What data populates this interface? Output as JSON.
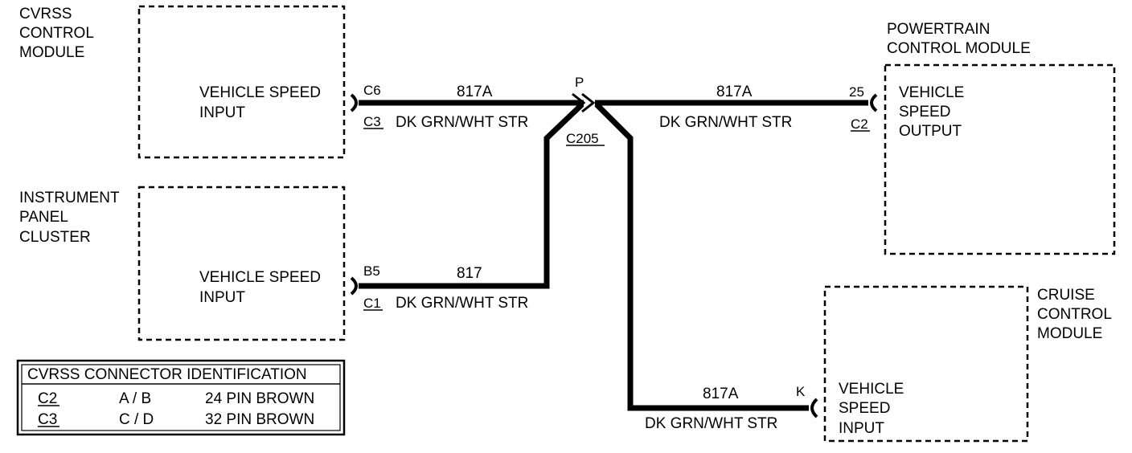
{
  "modules": {
    "cvrss": {
      "name_lines": [
        "CVRSS",
        "CONTROL",
        "MODULE"
      ],
      "circuit_lines": [
        "VEHICLE SPEED",
        "INPUT"
      ]
    },
    "ipc": {
      "name_lines": [
        "INSTRUMENT",
        "PANEL",
        "CLUSTER"
      ],
      "circuit_lines": [
        "VEHICLE SPEED",
        "INPUT"
      ]
    },
    "pcm": {
      "name_lines": [
        "POWERTRAIN",
        "CONTROL MODULE"
      ],
      "circuit_lines": [
        "VEHICLE",
        "SPEED",
        "OUTPUT"
      ]
    },
    "ccm": {
      "name_lines": [
        "CRUISE",
        "CONTROL",
        "MODULE"
      ],
      "circuit_lines": [
        "VEHICLE",
        "SPEED",
        "INPUT"
      ]
    }
  },
  "wires": {
    "cvrss_to_splice": {
      "circuit": "817A",
      "color": "DK GRN/WHT STR",
      "pin": "C6",
      "connector": "C3"
    },
    "ipc_to_splice": {
      "circuit": "817",
      "color": "DK GRN/WHT STR",
      "pin": "B5",
      "connector": "C1"
    },
    "splice_to_pcm": {
      "circuit": "817A",
      "color": "DK GRN/WHT STR",
      "pin": "25",
      "connector": "C2"
    },
    "splice_to_ccm": {
      "circuit": "817A",
      "color": "DK GRN/WHT STR",
      "pin": "K"
    }
  },
  "splice": {
    "pin": "P",
    "connector": "C205"
  },
  "legend": {
    "title": "CVRSS CONNECTOR IDENTIFICATION",
    "rows": [
      {
        "connector": "C2",
        "pins": "A / B",
        "desc": "24 PIN BROWN"
      },
      {
        "connector": "C3",
        "pins": "C / D",
        "desc": "32 PIN BROWN"
      }
    ]
  }
}
